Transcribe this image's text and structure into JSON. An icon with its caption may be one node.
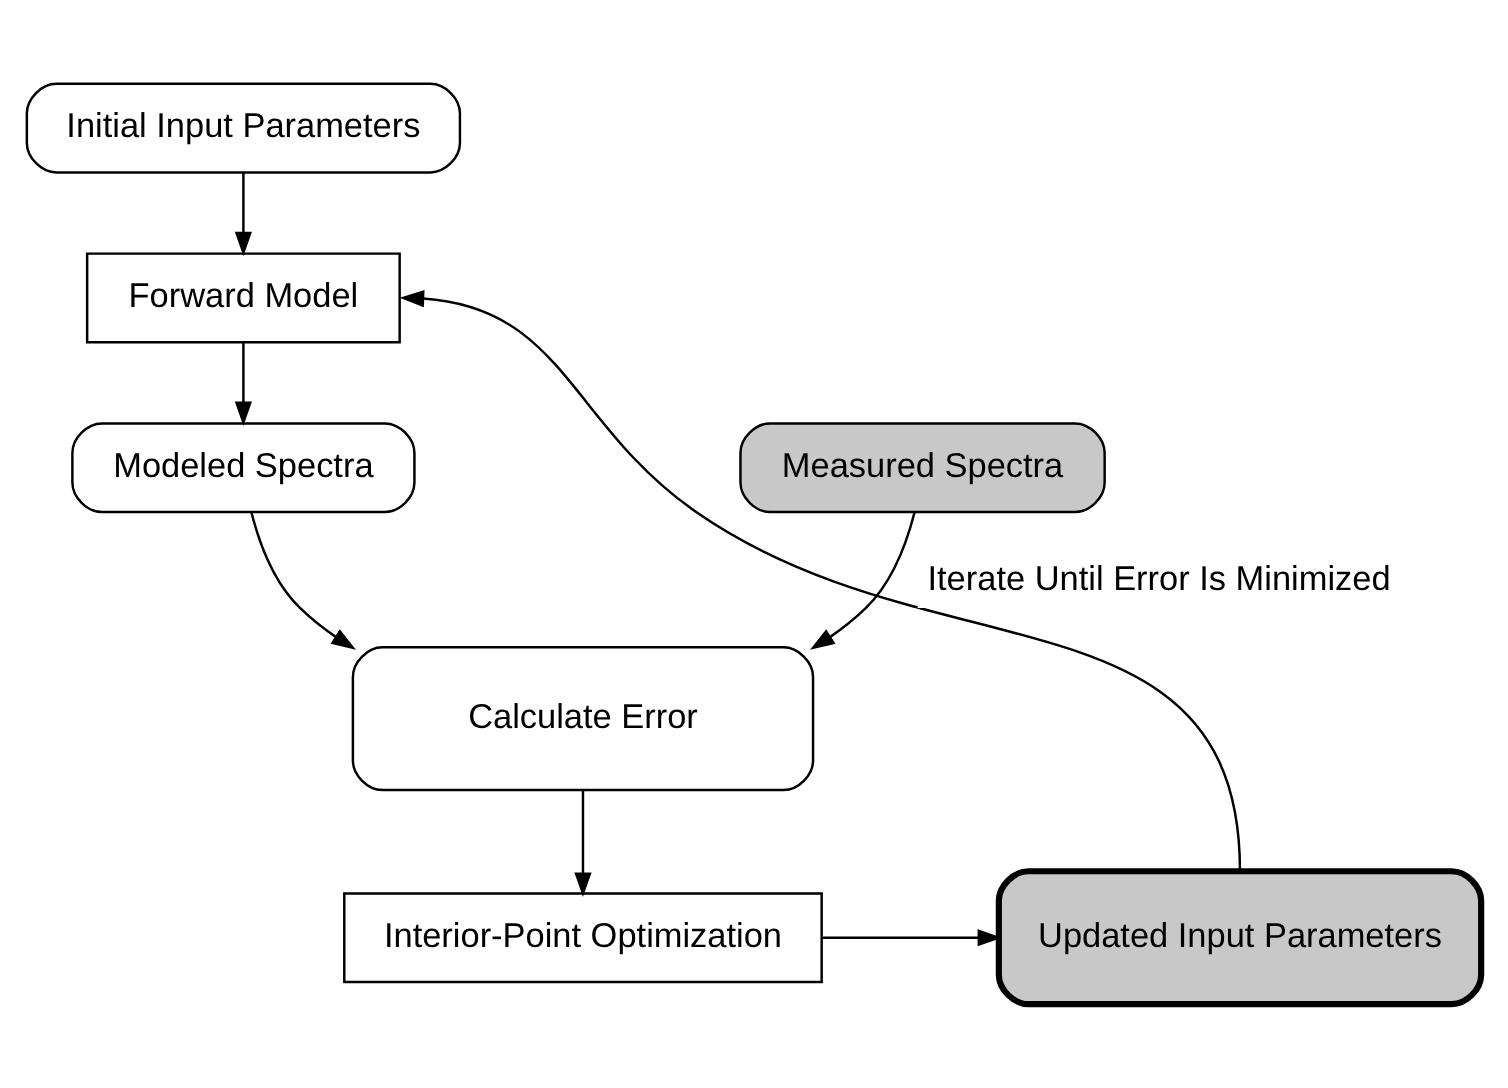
{
  "diagram": {
    "nodes": [
      {
        "text": [
          "Initial Input Parameters"
        ]
      },
      {
        "text": [
          "Forward Model"
        ]
      },
      {
        "text": [
          "Measured Spectra"
        ]
      },
      {
        "text": [
          "Modeled Spectra"
        ]
      },
      {
        "text": [
          "Calculate Error"
        ]
      },
      {
        "text": [
          "Interior-Point Optimization"
        ]
      },
      {
        "text": [
          "Updated Input Parameters"
        ]
      }
    ],
    "edges": [
      {
        "from": 0,
        "to": 1,
        "arrow": "to"
      },
      {
        "from": 1,
        "to": 3,
        "arrow": "to"
      },
      {
        "from": 2,
        "to": 4,
        "arrow": "to"
      },
      {
        "from": 3,
        "to": 4,
        "arrow": "to"
      },
      {
        "from": 4,
        "to": 5,
        "arrow": "to"
      },
      {
        "from": 5,
        "to": 6,
        "arrow": "to"
      },
      {
        "from": 6,
        "to": 1,
        "arrow": "to",
        "label": "Iterate Until Error Is Minimized"
      }
    ]
  }
}
